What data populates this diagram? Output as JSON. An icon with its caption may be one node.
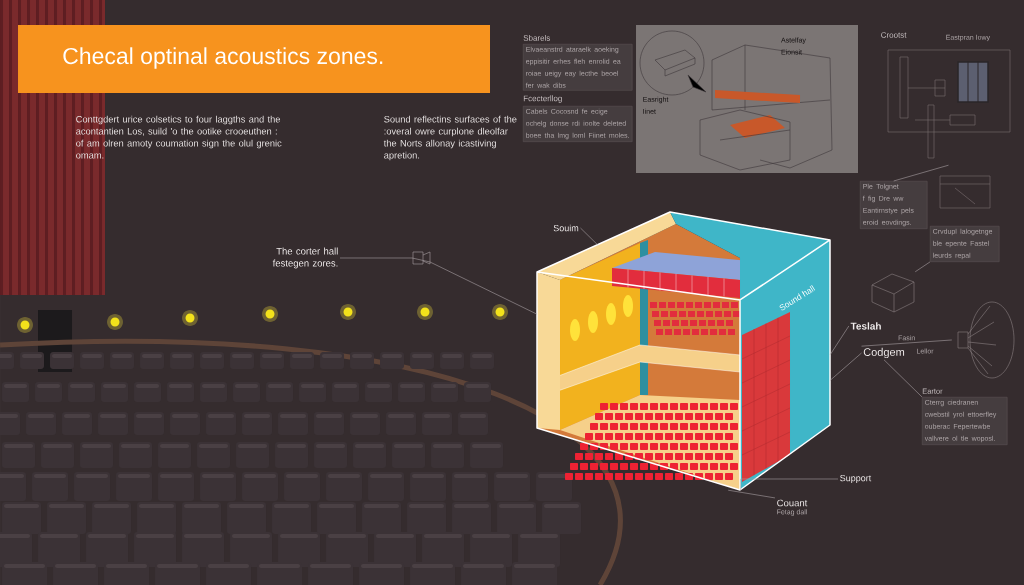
{
  "diagram": {
    "title": "Checal optinal acoustics zones.",
    "nodes": [
      {
        "text": [],
        "shape": "picture"
      },
      {
        "text": [
          "The corter hall festegen zores."
        ]
      },
      {
        "text": [
          "Souim"
        ]
      },
      {
        "text": [
          "Teslah"
        ]
      },
      {
        "text": [
          "Codgem"
        ]
      },
      {
        "text": [
          "Support"
        ]
      },
      {
        "text": [
          "Couant"
        ],
        "beside": [
          "Fetag dall"
        ]
      },
      {
        "text": [],
        "shape": "picture"
      },
      {
        "text": [
          "Eartor",
          "Cterrg ciedranen cwebstil yrol ettoerfley ouberac Fepertewbe vallvere ol tle woposl."
        ]
      },
      {
        "text": [
          "Ple Tolgnet f fig Dre ww Eantirnstye pels eroid eovdings."
        ]
      },
      {
        "text": [
          "Crvdupl lalogetnge ble epente Fastel leurds repal"
        ]
      },
      {
        "text": [],
        "shape": "picture"
      },
      {
        "text": [],
        "shape": "picture"
      },
      {
        "text": [
          "Sbarels",
          "Elvaeanstrd ataraelk aoeking eppisitir erhes fleh enrolid ea roiae ueigy eay lecthe beoel fer wak dibs"
        ]
      },
      {
        "text": [
          "Fcecterllog",
          "Cabels Cocosnd fe ecige ochelg donse rdi ioolte deleted boee tha lmg loml Fiinet moles."
        ]
      }
    ],
    "edges": [
      {
        "from": 1,
        "to": 0,
        "arrow": "none"
      },
      {
        "from": 2,
        "to": 0,
        "arrow": "none"
      },
      {
        "from": 3,
        "to": 0,
        "arrow": "none"
      },
      {
        "from": 4,
        "to": 0,
        "arrow": "none"
      },
      {
        "from": 5,
        "to": 0,
        "arrow": "none"
      },
      {
        "from": 6,
        "to": 0,
        "arrow": "none"
      },
      {
        "from": 4,
        "to": 7,
        "arrow": "none",
        "label": "Fasin"
      },
      {
        "from": 4,
        "to": 8,
        "arrow": "none"
      },
      {
        "from": 10,
        "to": 11,
        "arrow": "none"
      },
      {
        "from": 9,
        "to": 12,
        "arrow": "none"
      }
    ],
    "labels": [
      "Conttgdert urice colsetics to four laggths and the acontantien Los, suild 'o the ootike crooeuthen : of am olren amoty coumation sign the olul grenic omam.",
      "Sound reflectins surfaces of the :overal owre curplone dleolfar the Norts allonay icastiving apretion.",
      "Astelfay Eionsit",
      "Easright Iinet",
      "Crootst",
      "Eastpran Iowy",
      "Sound hall",
      "Lellor"
    ]
  }
}
